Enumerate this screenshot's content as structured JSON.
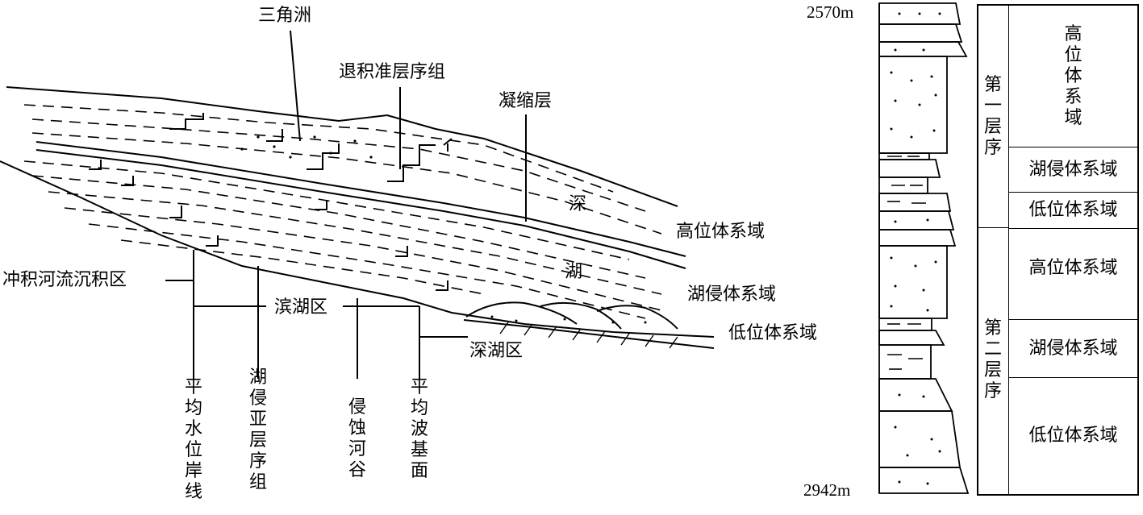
{
  "diagram": {
    "cross_section": {
      "labels": {
        "delta": "三角洲",
        "retro_sequence": "退积准层序组",
        "condensed": "凝缩层",
        "deep": "深",
        "lake": "湖",
        "hst": "高位体系域",
        "tst": "湖侵体系域",
        "lst": "低位体系域",
        "alluvial": "冲积河流沉积区",
        "shore_lake": "滨湖区",
        "deep_lake": "深湖区"
      },
      "vertical_labels": {
        "mean_water_shoreline": "平均水位岸线",
        "transgressive_parasequence": "湖侵亚层序组",
        "incised_valley": "侵蚀河谷",
        "wave_base": "平均波基面"
      }
    },
    "column": {
      "top_depth": "2570m",
      "bottom_depth": "2942m"
    },
    "legend": {
      "sequence_1": "第一层序",
      "sequence_2": "第二层序",
      "seq1_systems": [
        "高位体系域",
        "湖侵体系域",
        "低位体系域"
      ],
      "seq2_systems": [
        "高位体系域",
        "湖侵体系域",
        "低位体系域"
      ]
    }
  }
}
